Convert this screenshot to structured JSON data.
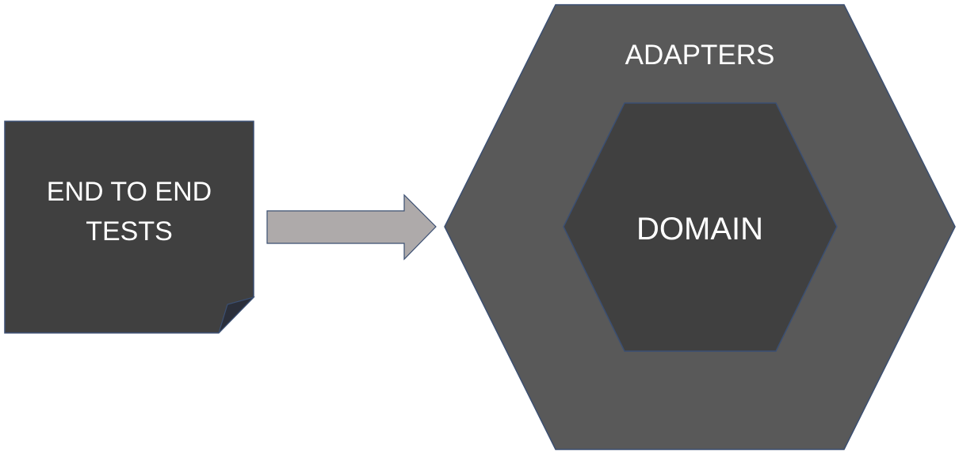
{
  "tests_box": {
    "line1": "END TO END",
    "line2": "TESTS"
  },
  "outer_hexagon": {
    "label": "ADAPTERS"
  },
  "inner_hexagon": {
    "label": "DOMAIN"
  },
  "colors": {
    "tests_box_fill": "#404040",
    "tests_box_fold": "#2b2f3a",
    "arrow_fill": "#aeaaaa",
    "outer_hex_fill": "#595959",
    "inner_hex_fill": "#404040",
    "outline": "#3b4f72",
    "text": "#ffffff"
  }
}
